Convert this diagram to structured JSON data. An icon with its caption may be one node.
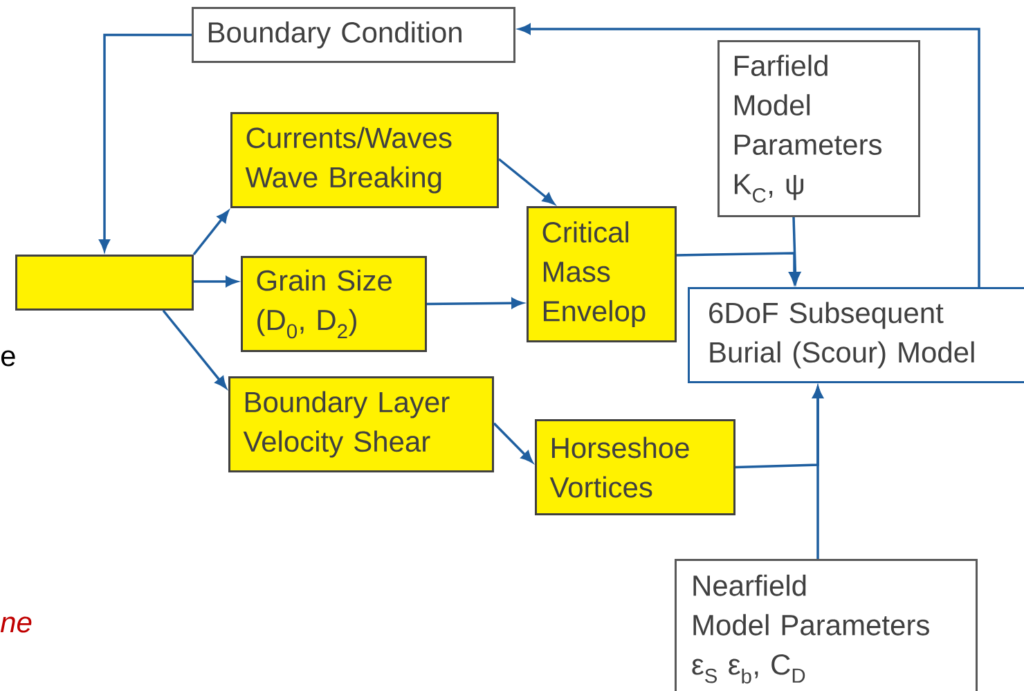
{
  "diagram": {
    "nodes": [
      {
        "text": [
          "Boundary Condition"
        ]
      },
      {
        "text": [
          "Currents/Waves Wave Breaking"
        ]
      },
      {
        "text": [
          "Farfield Model Parameters",
          "K$_{C}$, ψ"
        ]
      },
      {
        "text": [
          "Critical Mass Envelop"
        ]
      },
      {
        "text": [],
        "shape": "box"
      },
      {
        "text": [
          "Grain Size (D$_{0}$, D$_{2}$)"
        ]
      },
      {
        "text": [
          "6DoF Subsequent Burial (Scour) Model"
        ]
      },
      {
        "text": [
          "Boundary Layer Velocity Shear"
        ]
      },
      {
        "text": [
          "Horseshoe Vortices"
        ]
      },
      {
        "text": [
          "Nearfield",
          "Model Parameters",
          "ε$_{S}$ ε$_{b}$, C$_{D}$"
        ]
      }
    ],
    "edges": [
      {
        "from": 0,
        "to": 4,
        "arrow": "to"
      },
      {
        "from": 6,
        "to": 0,
        "arrow": "to"
      },
      {
        "from": 4,
        "to": 1,
        "arrow": "to"
      },
      {
        "from": 4,
        "to": 5,
        "arrow": "to"
      },
      {
        "from": 4,
        "to": 7,
        "arrow": "to"
      },
      {
        "from": 1,
        "to": 3,
        "arrow": "to"
      },
      {
        "from": 5,
        "to": 3,
        "arrow": "to"
      },
      {
        "from": 3,
        "to": 6,
        "arrow": "to"
      },
      {
        "from": 2,
        "to": 6,
        "arrow": "to"
      },
      {
        "from": 7,
        "to": 8,
        "arrow": "to"
      },
      {
        "from": 8,
        "to": 6,
        "arrow": "to"
      },
      {
        "from": 9,
        "to": 6,
        "arrow": "to"
      }
    ],
    "labels": [
      "e",
      "ne"
    ]
  }
}
